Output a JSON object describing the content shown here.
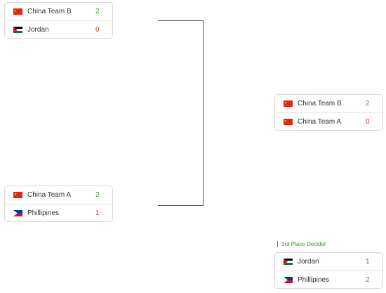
{
  "matches": [
    {
      "rows": [
        {
          "team": "China Team B",
          "score": "2",
          "flag": "china-flag"
        },
        {
          "team": "Jordan",
          "score": "0",
          "flag": "jordan-flag"
        }
      ]
    },
    {
      "rows": [
        {
          "team": "China Team A",
          "score": "2",
          "flag": "china-flag"
        },
        {
          "team": "Phillipines",
          "score": "1",
          "flag": "philippines-flag"
        }
      ]
    },
    {
      "rows": [
        {
          "team": "China Team B",
          "score": "2",
          "flag": "china-flag"
        },
        {
          "team": "China Team A",
          "score": "0",
          "flag": "china-flag"
        }
      ]
    },
    {
      "rows": [
        {
          "team": "Jordan",
          "score": "1",
          "flag": "jordan-flag"
        },
        {
          "team": "Phillipines",
          "score": "2",
          "flag": "philippines-flag"
        }
      ]
    }
  ],
  "third_place_label": "3rd Place Decider",
  "colors": {
    "win": "#3a9a2a",
    "lose": "#e0352b",
    "border": "#d9d9d9"
  }
}
